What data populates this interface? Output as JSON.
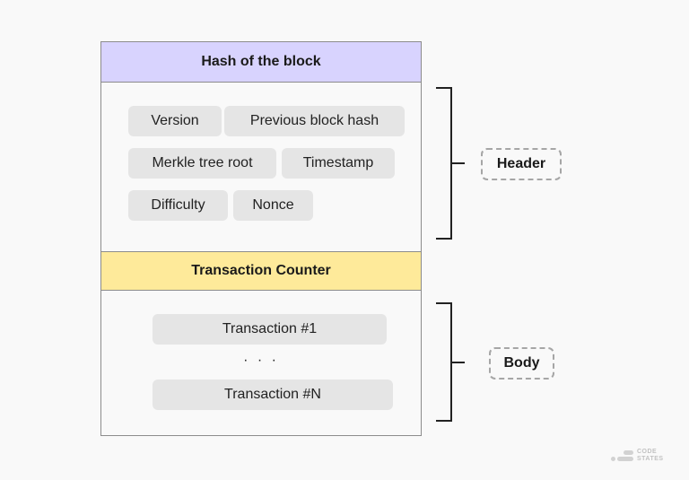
{
  "block": {
    "hash_label": "Hash of the block",
    "counter_label": "Transaction Counter",
    "header_fields": [
      "Version",
      "Previous block  hash",
      "Merkle tree root",
      "Timestamp",
      "Difficulty",
      "Nonce"
    ],
    "transactions": {
      "first": "Transaction #1",
      "ellipsis": "· · ·",
      "last": "Transaction #N"
    }
  },
  "labels": {
    "header": "Header",
    "body": "Body"
  },
  "logo": {
    "line1": "CODE",
    "line2": "STATES"
  },
  "colors": {
    "hash_band": "#d8d3fe",
    "counter_band": "#feea9a",
    "chip": "#e5e5e5",
    "background": "#f9f9f9"
  }
}
